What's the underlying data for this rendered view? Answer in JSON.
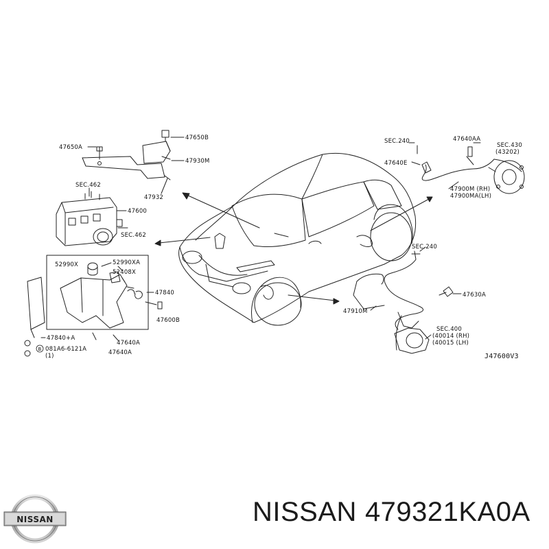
{
  "diagram": {
    "callouts": {
      "c47650A": "47650A",
      "c47650B": "47650B",
      "c47930M": "47930M",
      "c47932": "47932",
      "sec462a": "SEC.462",
      "c47600": "47600",
      "sec462b": "SEC.462",
      "c52990X": "52990X",
      "c52990XA": "52990XA",
      "c52408X": "52408X",
      "c47840": "47840",
      "c47600B": "47600B",
      "c47840A": "47840+A",
      "bolt_code": "081A6-6121A",
      "bolt_qty": "(1)",
      "c47640A": "47640A",
      "sec240a": "SEC.240",
      "c47640AA": "47640AA",
      "sec430": "SEC.430",
      "c43202": "(43202)",
      "c47640E": "47640E",
      "c47900M": "47900M (RH)",
      "c47900MA": "47900MA(LH)",
      "sec240b": "SEC.240",
      "c47630A": "47630A",
      "c47910M": "47910M",
      "sec400": "SEC.400",
      "c40014": "(40014 (RH)",
      "c40015": "(40015 (LH)",
      "diagram_code": "J47600V3"
    }
  },
  "footer": {
    "brand": "NISSAN",
    "part_number": "479321KA0A",
    "logo_text": "NISSAN"
  },
  "colors": {
    "line": "#222222",
    "text": "#1b1b1b"
  }
}
